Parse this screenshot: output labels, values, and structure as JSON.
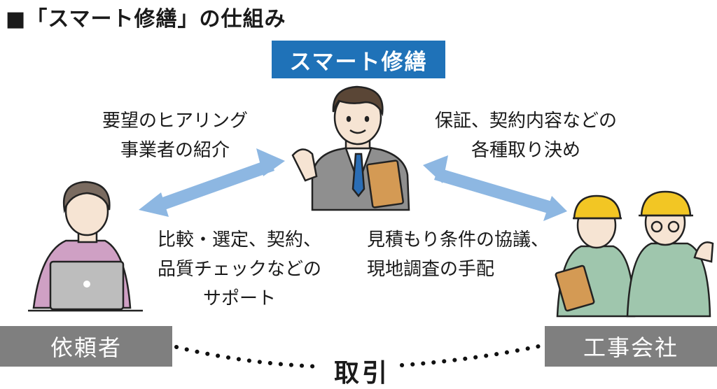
{
  "title": "■「スマート修繕」の仕組み",
  "hub": {
    "label": "スマート修繕"
  },
  "left_upper": {
    "line1": "要望のヒアリング",
    "line2": "事業者の紹介"
  },
  "right_upper": {
    "line1": "保証、契約内容などの",
    "line2": "各種取り決め"
  },
  "left_lower": {
    "line1": "比較・選定、契約、",
    "line2": "品質チェックなどの",
    "line3": "サポート"
  },
  "right_lower": {
    "line1": "見積もり条件の協議、",
    "line2": "現地調査の手配"
  },
  "client": {
    "label": "依頼者"
  },
  "contractor": {
    "label": "工事会社"
  },
  "deal": {
    "label": "取引"
  },
  "colors": {
    "hub_blue": "#1f72b8",
    "arrow_blue": "#8db7e2",
    "tag_gray": "#7f7f7f"
  }
}
